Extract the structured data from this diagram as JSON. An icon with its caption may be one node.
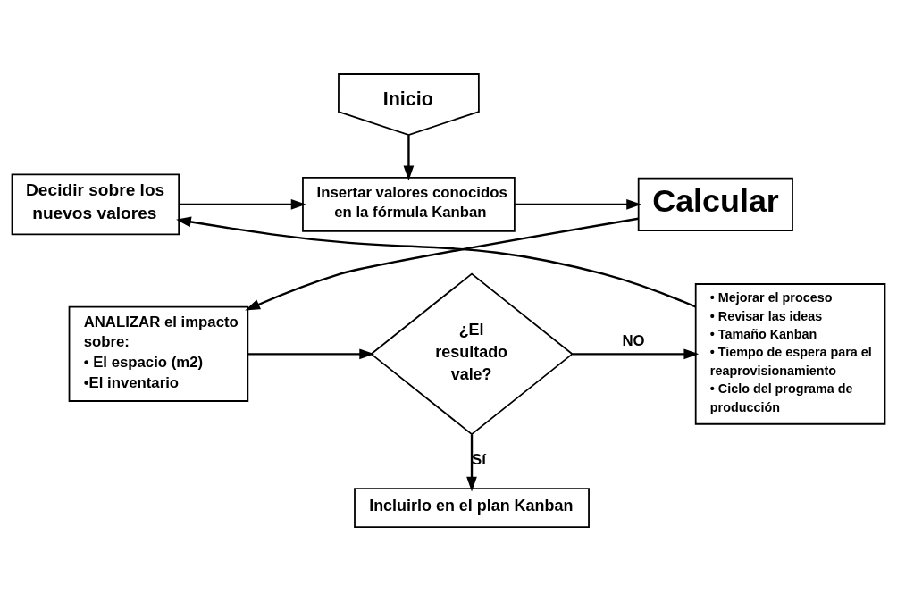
{
  "diagram": {
    "nodes": [
      {
        "text": [
          "Inicio"
        ]
      },
      {
        "text": [
          "Insertar valores conocidos en la fórmula Kanban"
        ]
      },
      {
        "text": [
          "Calcular"
        ]
      },
      {
        "text": [
          "ANALIZAR el impacto sobre:",
          "• El espacio (m2)",
          "•El inventario"
        ]
      },
      {
        "text": [
          "¿El resultado vale?"
        ]
      },
      {
        "text": [
          "Incluirlo en el plan Kanban"
        ]
      },
      {
        "text": [
          "• Mejorar el proceso",
          "• Revisar las ideas",
          "• Tamaño Kanban",
          "• Tiempo de espera para el reaprovisionamiento",
          "• Ciclo del programa de producción"
        ]
      },
      {
        "text": [
          "Decidir sobre los nuevos valores"
        ]
      }
    ],
    "edges": [
      {
        "from": 0,
        "to": 1,
        "arrow": "to"
      },
      {
        "from": 1,
        "to": 2,
        "arrow": "to"
      },
      {
        "from": 2,
        "to": 3,
        "arrow": "to"
      },
      {
        "from": 3,
        "to": 4,
        "arrow": "to"
      },
      {
        "from": 4,
        "to": 5,
        "arrow": "to",
        "label": "Sí"
      },
      {
        "from": 4,
        "to": 6,
        "arrow": "to",
        "label": "NO"
      },
      {
        "from": 6,
        "to": 7,
        "arrow": "to"
      },
      {
        "from": 7,
        "to": 1,
        "arrow": "to"
      }
    ]
  }
}
